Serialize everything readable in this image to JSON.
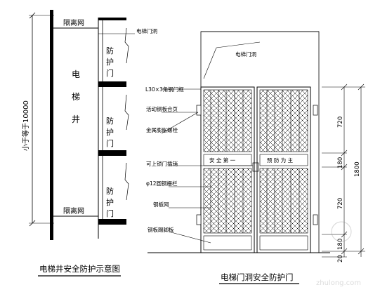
{
  "left_diagram": {
    "vertical_dimension": "小于等于10000",
    "isolation_net_top": "隔离网",
    "isolation_net_bottom": "隔离网",
    "shaft_chars": [
      "电",
      "梯",
      "井"
    ],
    "door_label_chars": [
      "防",
      "护",
      "门"
    ],
    "caption": "电梯井安全防护示意图"
  },
  "right_diagram": {
    "label_door_frame_top": "电梯门洞",
    "label_door_frame_mid": "电梯门洞",
    "callouts": [
      "L30×3角钢门框",
      "活动钢板合页",
      "金属膨胀螺栓",
      "可上锁门插销",
      "φ12圆钢栅栏",
      "钢板网",
      "钢板踢脚板"
    ],
    "safety_sign_left": "安 全 第 一",
    "safety_sign_right": "预 防 为 主",
    "dim_top": "720",
    "dim_mid": "180",
    "dim_lower": "720",
    "dim_bottom": "180",
    "dim_base": "20",
    "dim_total": "1800",
    "caption": "电梯门洞安全防护门"
  },
  "watermark": "zhulong.com"
}
